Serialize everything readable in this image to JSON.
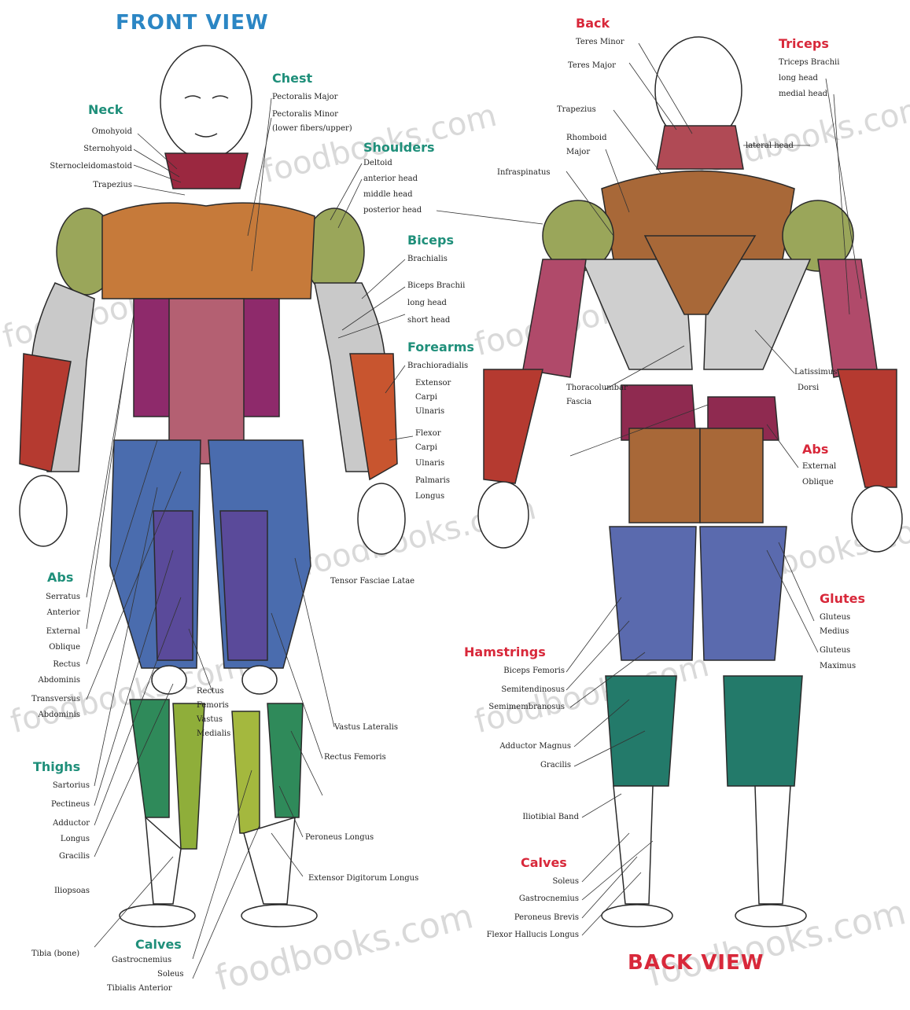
{
  "views": {
    "front_title": "FRONT VIEW",
    "back_title": "BACK VIEW"
  },
  "colors": {
    "front_title": "#2b86c4",
    "back_title": "#d8283a",
    "front_group": "#1f8f7a",
    "back_group": "#d8283a"
  },
  "watermark": "foodbooks.com",
  "front_groups": [
    {
      "title": "Neck",
      "labels": [
        "Omohyoid",
        "Sternohyoid",
        "Sternocleidomastoid",
        "Trapezius"
      ]
    },
    {
      "title": "Chest",
      "labels": [
        "Pectoralis Major",
        "Pectoralis Minor",
        "(lower fibers/upper)"
      ]
    },
    {
      "title": "Shoulders",
      "labels": [
        "Deltoid",
        "anterior head",
        "middle head",
        "posterior head"
      ]
    },
    {
      "title": "Biceps",
      "labels": [
        "Brachialis",
        "Biceps Brachii",
        "long head",
        "short head"
      ]
    },
    {
      "title": "Forearms",
      "labels": [
        "Brachioradialis",
        "Extensor",
        "Carpi",
        "Ulnaris",
        "Flexor",
        "Carpi",
        "Ulnaris",
        "Palmaris",
        "Longus"
      ]
    },
    {
      "title": "Abs",
      "labels": [
        "Serratus",
        "Anterior",
        "External",
        "Oblique",
        "Rectus",
        "Abdominis",
        "Transversus",
        "Abdominis"
      ]
    },
    {
      "title": "Thighs",
      "labels": [
        "Sartorius",
        "Pectineus",
        "Adductor",
        "Longus",
        "Gracilis",
        "Rectus",
        "Femoris",
        "Vastus",
        "Medialis",
        "Vastus Lateralis",
        "Rectus Femoris",
        "Tensor Fasciae Latae",
        "Iliopsoas"
      ]
    },
    {
      "title": "Calves",
      "labels": [
        "Gastrocnemius",
        "Soleus",
        "Tibialis Anterior",
        "Peroneus Longus",
        "Extensor Digitorum Longus",
        "Tibia (bone)"
      ]
    }
  ],
  "back_groups": [
    {
      "title": "Back",
      "labels": [
        "Teres Minor",
        "Teres Major",
        "Trapezius",
        "Rhomboid",
        "Major",
        "Infraspinatus",
        "Latissimus",
        "Dorsi",
        "Thoracolumbar",
        "Fascia"
      ]
    },
    {
      "title": "Triceps",
      "labels": [
        "Triceps Brachii",
        "lateral head",
        "long head",
        "medial head"
      ]
    },
    {
      "title": "Abs",
      "labels": [
        "External",
        "Oblique"
      ]
    },
    {
      "title": "Glutes",
      "labels": [
        "Gluteus",
        "Medius",
        "Gluteus",
        "Maximus"
      ]
    },
    {
      "title": "Hamstrings",
      "labels": [
        "Biceps Femoris",
        "Semitendinosus",
        "Semimembranosus",
        "Adductor Magnus",
        "Gracilis",
        "Iliotibial Band"
      ]
    },
    {
      "title": "Calves",
      "labels": [
        "Soleus",
        "Gastrocnemius",
        "Peroneus Brevis",
        "Flexor Hallucis Longus"
      ]
    }
  ]
}
